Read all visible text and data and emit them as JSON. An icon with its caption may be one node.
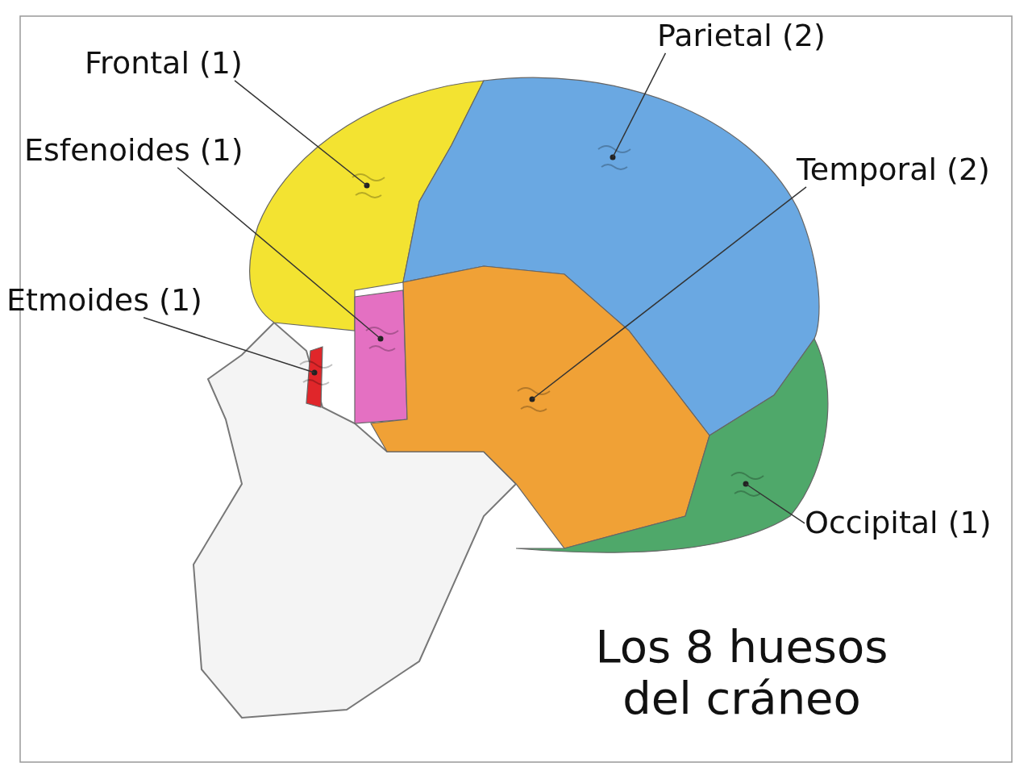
{
  "diagram": {
    "title": "Los 8 huesos del cráneo",
    "nodes": [
      {
        "text": [
          "Frontal (1)"
        ]
      },
      {
        "text": [
          "Parietal (2)"
        ]
      },
      {
        "text": [
          "Esfenoides (1)"
        ]
      },
      {
        "text": [
          "Temporal (2)"
        ]
      },
      {
        "text": [
          "Etmoides (1)"
        ]
      },
      {
        "text": [
          "Occipital (1)"
        ]
      },
      {
        "text": [],
        "shape": "picture"
      },
      {
        "text": [],
        "shape": "picture"
      },
      {
        "text": [],
        "shape": "picture"
      },
      {
        "text": [],
        "shape": "picture"
      },
      {
        "text": [],
        "shape": "picture"
      },
      {
        "text": [],
        "shape": "picture"
      }
    ],
    "edges": [
      {
        "from": 0,
        "to": 6,
        "arrow": "none"
      },
      {
        "from": 1,
        "to": 7,
        "arrow": "none"
      },
      {
        "from": 2,
        "to": 8,
        "arrow": "none"
      },
      {
        "from": 3,
        "to": 9,
        "arrow": "none"
      },
      {
        "from": 4,
        "to": 10,
        "arrow": "none"
      },
      {
        "from": 5,
        "to": 11,
        "arrow": "none"
      }
    ]
  }
}
